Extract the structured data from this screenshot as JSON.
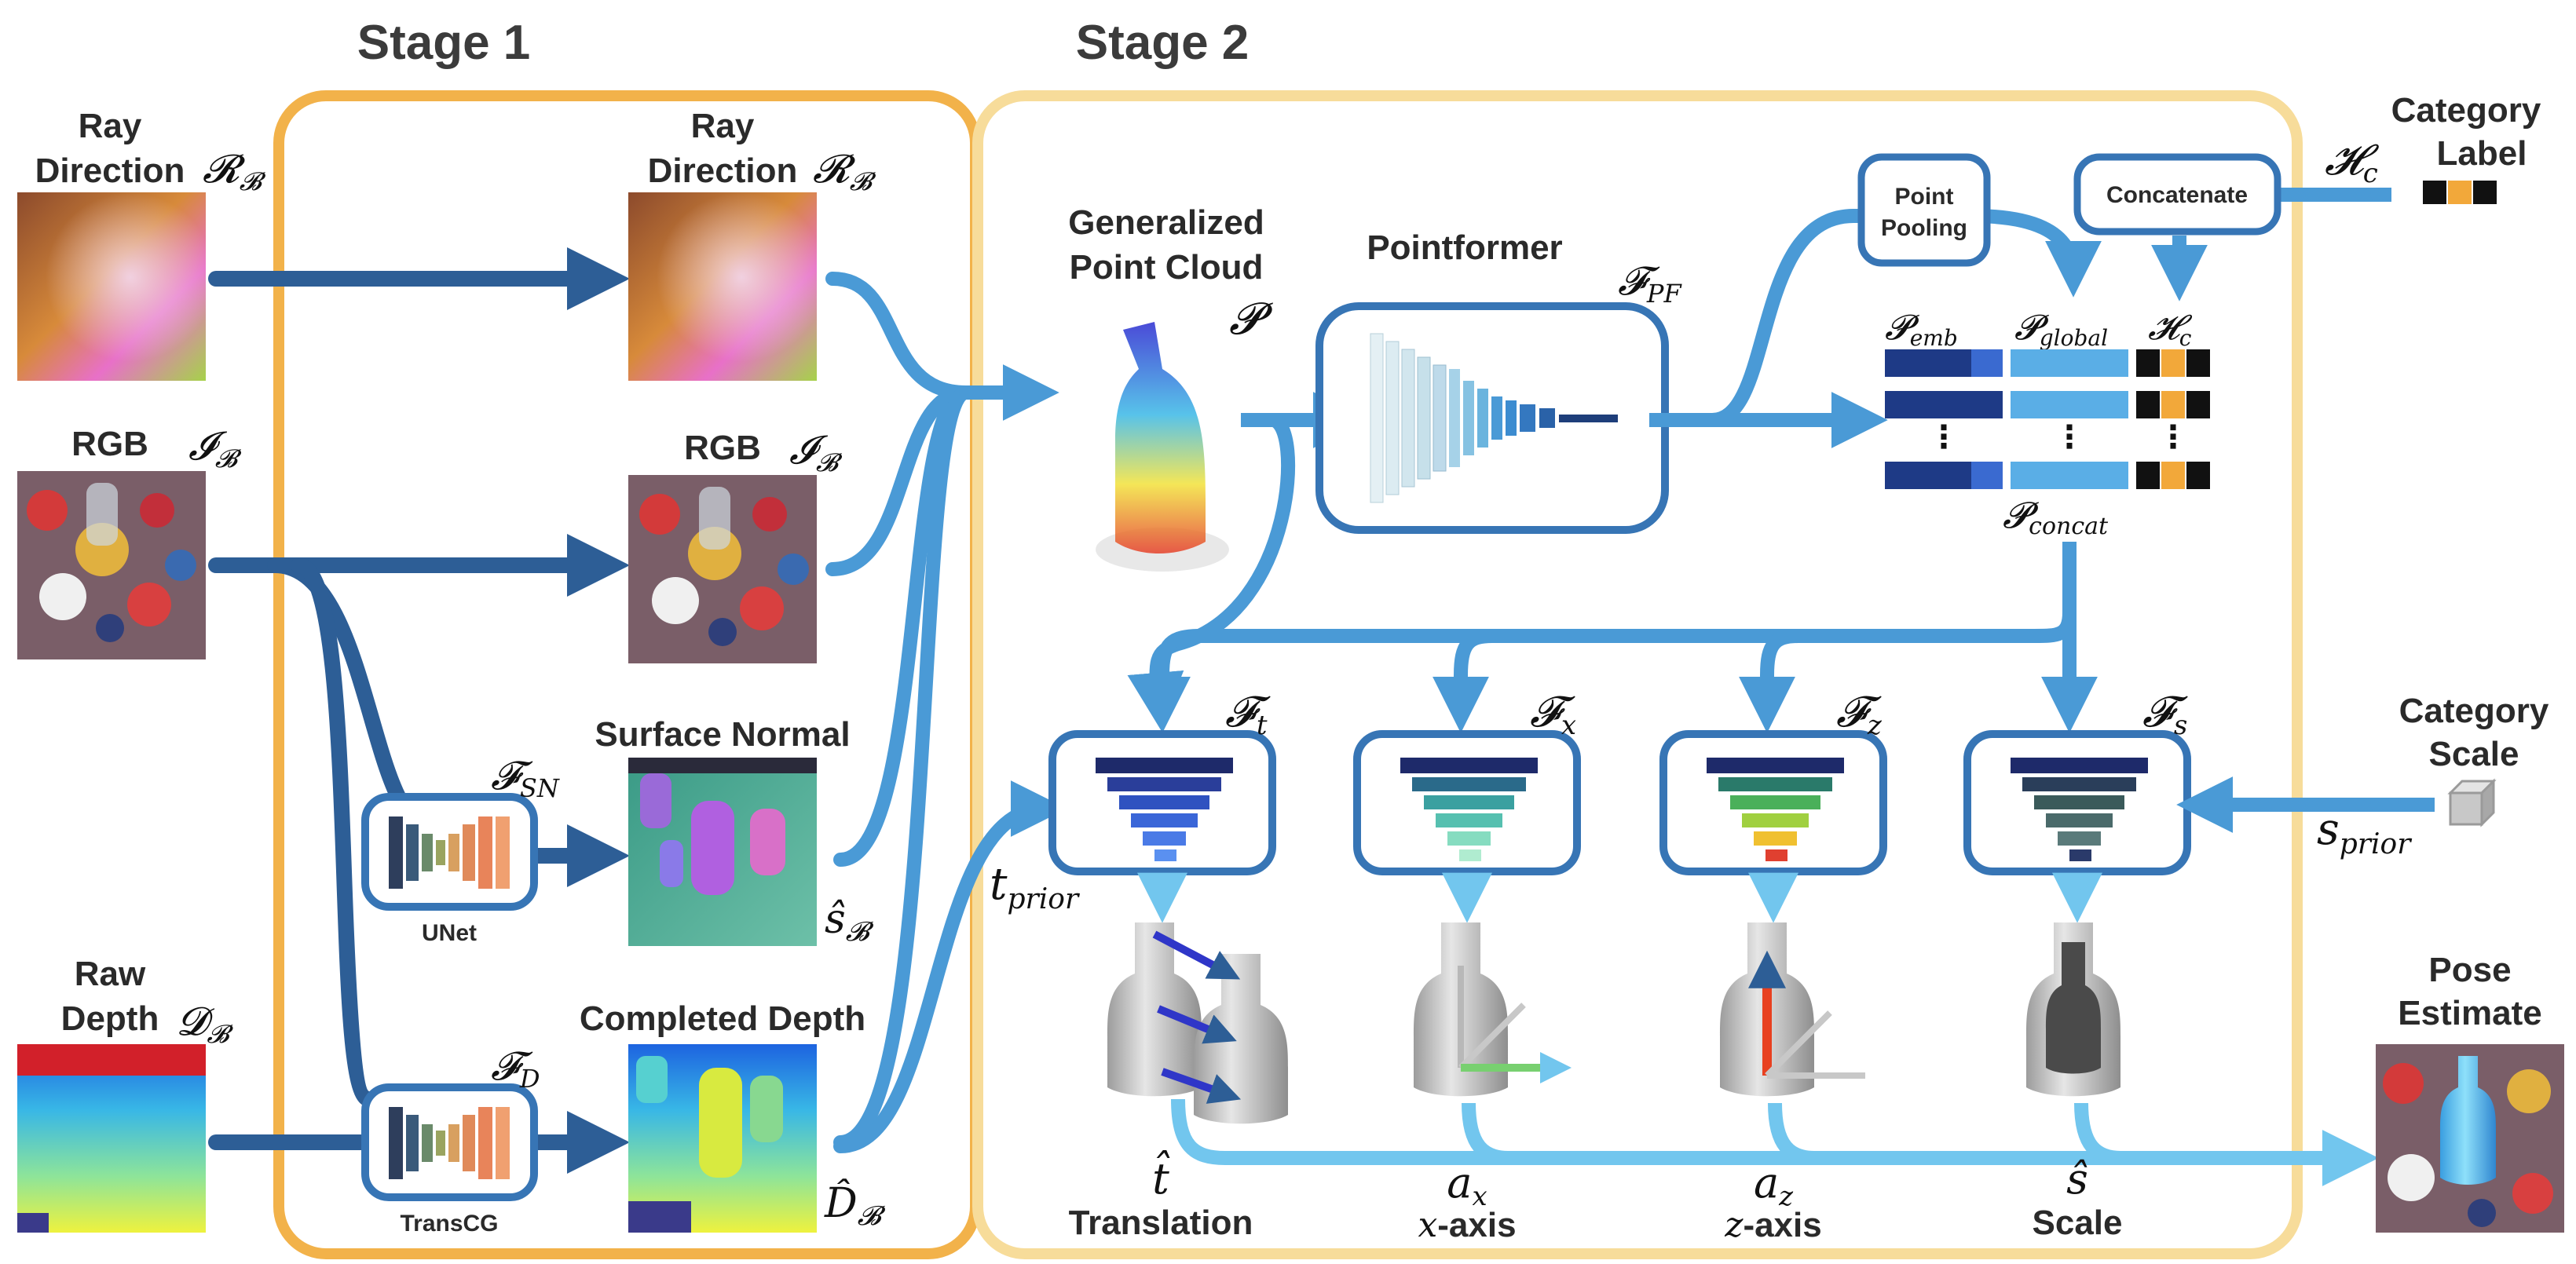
{
  "stages": {
    "stage1": "Stage 1",
    "stage2": "Stage 2"
  },
  "inputs": {
    "ray_direction": {
      "line1": "Ray",
      "line2": "Direction",
      "sym": "𝓡",
      "sub": "𝓑"
    },
    "rgb": {
      "label": "RGB",
      "sym": "𝓘",
      "sub": "𝓑"
    },
    "raw_depth": {
      "line1": "Raw",
      "line2": "Depth",
      "sym": "𝓓",
      "sub": "𝓑"
    }
  },
  "stage1": {
    "ray_direction": {
      "line1": "Ray",
      "line2": "Direction",
      "sym": "𝓡",
      "sub": "𝓑"
    },
    "rgb": {
      "label": "RGB",
      "sym": "𝓘",
      "sub": "𝓑"
    },
    "surface_normal": {
      "label": "Surface Normal",
      "sym": "ŝ",
      "sub": "𝓑"
    },
    "completed_depth": {
      "label": "Completed Depth",
      "sym": "D̂",
      "sub": "𝓑"
    },
    "unet": {
      "label": "UNet",
      "sym": "𝓕",
      "sub": "SN"
    },
    "transcg": {
      "label": "TransCG",
      "sym": "𝓕",
      "sub": "D"
    }
  },
  "stage2": {
    "point_cloud": {
      "line1": "Generalized",
      "line2": "Point Cloud",
      "sym": "𝓟"
    },
    "pointformer": {
      "label": "Pointformer",
      "sym": "𝓕",
      "sub": "PF"
    },
    "point_pooling": {
      "line1": "Point",
      "line2": "Pooling"
    },
    "concatenate": "Concatenate",
    "category_label": {
      "line1": "Category",
      "line2": "Label",
      "sym": "𝓗",
      "sub": "c"
    },
    "emb": {
      "sym": "𝓟",
      "sub": "emb"
    },
    "global": {
      "sym": "𝓟",
      "sub": "global"
    },
    "hc": {
      "sym": "𝓗",
      "sub": "c"
    },
    "concat": {
      "sym": "𝓟",
      "sub": "concat"
    },
    "heads": [
      {
        "sym": "𝓕",
        "sub": "t"
      },
      {
        "sym": "𝓕",
        "sub": "x"
      },
      {
        "sym": "𝓕",
        "sub": "z"
      },
      {
        "sym": "𝓕",
        "sub": "s"
      }
    ],
    "t_prior": {
      "sym": "t",
      "sub": "prior"
    },
    "category_scale": {
      "line1": "Category",
      "line2": "Scale",
      "sym": "s",
      "sub": "prior"
    },
    "outputs": [
      {
        "sym": "t̂",
        "label": "Translation"
      },
      {
        "sym": "a",
        "sub": "x",
        "label_prefix": "x",
        "label": "-axis"
      },
      {
        "sym": "a",
        "sub": "z",
        "label_prefix": "z",
        "label": "-axis"
      },
      {
        "sym": "ŝ",
        "label": "Scale"
      }
    ],
    "pose_estimate": {
      "line1": "Pose",
      "line2": "Estimate"
    }
  },
  "colors": {
    "stage1_border": "#f2b24a",
    "stage2_border": "#f7dc9a",
    "dark_arrow": "#2d5e96",
    "mid_arrow": "#4a9ad6",
    "light_arrow": "#72c6ee",
    "box_border": "#3775b5"
  }
}
